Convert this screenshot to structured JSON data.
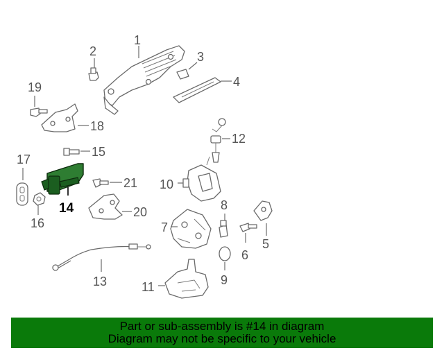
{
  "callouts": {
    "c1": "1",
    "c2": "2",
    "c3": "3",
    "c4": "4",
    "c5": "5",
    "c6": "6",
    "c7": "7",
    "c8": "8",
    "c9": "9",
    "c10": "10",
    "c11": "11",
    "c12": "12",
    "c13": "13",
    "c14": "14",
    "c15": "15",
    "c16": "16",
    "c17": "17",
    "c18": "18",
    "c19": "19",
    "c20": "20",
    "c21": "21"
  },
  "highlight_color": "#2e7d32",
  "banner": {
    "line1": "Part or sub-assembly is #14 in diagram",
    "line2": "Diagram may not be specific to your vehicle",
    "background": "#0a7a0a"
  }
}
